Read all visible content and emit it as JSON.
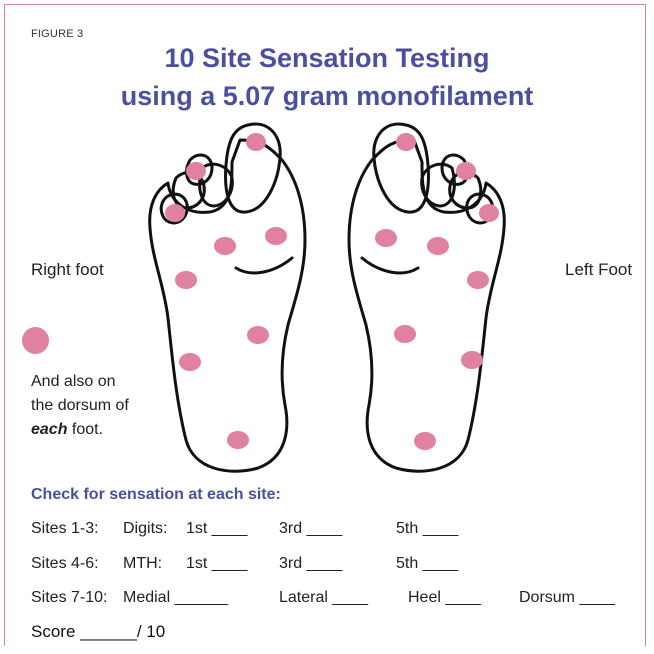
{
  "figure_label": "FIGURE 3",
  "title_line1": "10 Site Sensation Testing",
  "title_line2": "using a 5.07 gram monofilament",
  "right_foot_label": "Right foot",
  "left_foot_label": "Left Foot",
  "dorsum_note": {
    "line1": "And also on",
    "line2": "the dorsum of",
    "emph": "each",
    "line3_rest": " foot."
  },
  "colors": {
    "title": "#4a4fa0",
    "site_dot": "#e0819f",
    "frame": "#d98a8a"
  },
  "check_heading": "Check for sensation at each site:",
  "rows": [
    {
      "prefix": "Sites 1-3:",
      "group": "Digits:",
      "a": "1st ____",
      "b": "3rd ____",
      "c": "5th ____"
    },
    {
      "prefix": "Sites 4-6:",
      "group": "MTH:",
      "a": "1st ____",
      "b": "3rd ____",
      "c": "5th ____"
    },
    {
      "prefix": "Sites 7-10:",
      "a": "Medial ______",
      "b": "Lateral ____",
      "c": "Heel ____",
      "d": "Dorsum ____"
    }
  ],
  "score": "Score ______/ 10"
}
